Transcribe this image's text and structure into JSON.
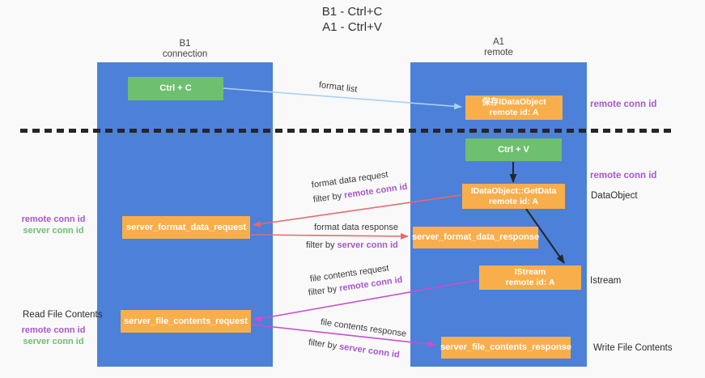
{
  "title": {
    "line1": "B1 - Ctrl+C",
    "line2": "A1 - Ctrl+V"
  },
  "columns": {
    "left": {
      "name": "B1",
      "role": "connection"
    },
    "right": {
      "name": "A1",
      "role": "remote"
    }
  },
  "nodes": {
    "ctrl_c": {
      "label": "Ctrl + C"
    },
    "save_idataobject": {
      "line1": "保存IDataObject",
      "line2": "remote id: A"
    },
    "ctrl_v": {
      "label": "Ctrl + V"
    },
    "getdata": {
      "line1": "IDataObject::GetData",
      "line2": "remote id: A"
    },
    "server_format_data_request": {
      "label": "server_format_data_request"
    },
    "server_format_data_response": {
      "label": "server_format_data_response"
    },
    "istream": {
      "line1": "IStream",
      "line2": "remote id: A"
    },
    "server_file_contents_request": {
      "label": "server_file_contents_request"
    },
    "server_file_contents_response": {
      "label": "server_file_contents_response"
    }
  },
  "side_labels": {
    "remote_conn_id_top": "remote conn id",
    "remote_conn_id_mid": "remote conn id",
    "dataobject": "DataObject",
    "istream": "Istream",
    "write_file_contents": "Write File Contents",
    "read_file_contents": "Read File Contents",
    "left_remote_conn_id_1": "remote conn id",
    "left_server_conn_id_1": "server conn id",
    "left_remote_conn_id_2": "remote conn id",
    "left_server_conn_id_2": "server conn id"
  },
  "annotations": {
    "format_list": "format list",
    "format_data_request": "format data request",
    "format_data_response": "format data response",
    "file_contents_request": "file contents request",
    "file_contents_response": "file contents response",
    "filter_by": "filter by",
    "remote_conn_id": "remote conn id",
    "server_conn_id": "server conn id"
  },
  "colors": {
    "lane_blue": "#4d80d8",
    "box_green": "#6fbf70",
    "box_orange": "#f9ae4c",
    "arrow_light_blue": "#a9d2f1",
    "arrow_red": "#e8696a",
    "arrow_magenta": "#c94fd0",
    "arrow_black": "#262626",
    "text_purple": "#a757cb",
    "text_green": "#6ebe6e"
  }
}
